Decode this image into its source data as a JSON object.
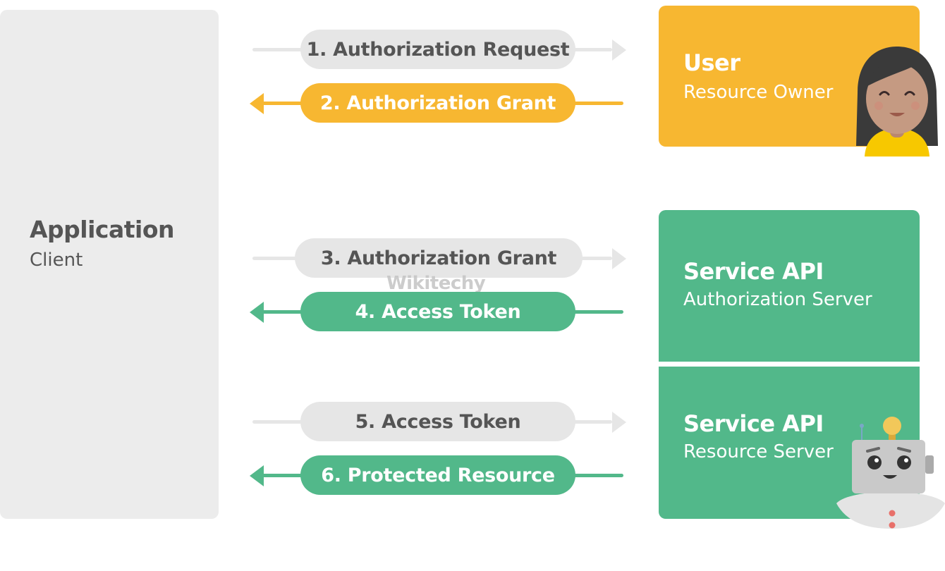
{
  "client": {
    "title": "Application",
    "subtitle": "Client"
  },
  "user_box": {
    "title": "User",
    "subtitle": "Resource Owner"
  },
  "auth_box": {
    "title": "Service API",
    "subtitle": "Authorization Server"
  },
  "resource_box": {
    "title": "Service API",
    "subtitle": "Resource Server"
  },
  "steps": [
    {
      "label": "1. Authorization Request",
      "direction": "right",
      "color": "gray"
    },
    {
      "label": "2. Authorization Grant",
      "direction": "left",
      "color": "yellow"
    },
    {
      "label": "3. Authorization Grant",
      "direction": "right",
      "color": "gray"
    },
    {
      "label": "4. Access Token",
      "direction": "left",
      "color": "green"
    },
    {
      "label": "5. Access Token",
      "direction": "right",
      "color": "gray"
    },
    {
      "label": "6. Protected Resource",
      "direction": "left",
      "color": "green"
    }
  ],
  "watermark": "Wikitechy",
  "colors": {
    "gray": "#e6e6e6",
    "yellow": "#f7b731",
    "green": "#52b88a",
    "panel": "#ececec"
  },
  "icons": [
    "user-avatar-icon",
    "robot-icon"
  ]
}
